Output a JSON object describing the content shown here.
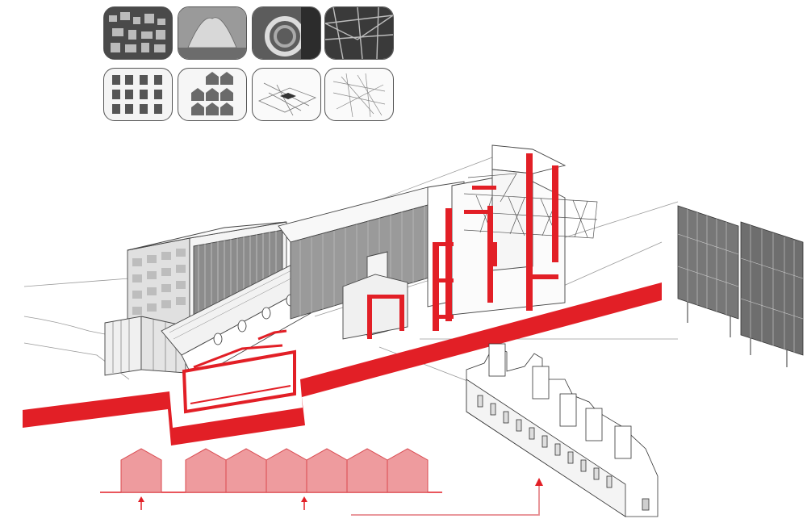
{
  "colors": {
    "section_red": "#e21f26",
    "profile_pink": "#ee9b9e",
    "line_gray": "#555555",
    "thumb_dark": "#2e2e2e",
    "thumb_light": "#f2f2f2"
  },
  "reference_images": [
    {
      "name": "thumb-facade-photo",
      "tone": "dark"
    },
    {
      "name": "thumb-tent-roof-photo",
      "tone": "mid"
    },
    {
      "name": "thumb-spiral-stair-photo",
      "tone": "dark"
    },
    {
      "name": "thumb-steel-truss-photo",
      "tone": "dark"
    },
    {
      "name": "thumb-window-grid-study",
      "tone": "light"
    },
    {
      "name": "thumb-gable-study",
      "tone": "light"
    },
    {
      "name": "thumb-axonometric-sketch",
      "tone": "light"
    },
    {
      "name": "thumb-structure-sketch",
      "tone": "light"
    }
  ],
  "roof_profile": {
    "house_count": 7,
    "marker_arrows": 2
  }
}
